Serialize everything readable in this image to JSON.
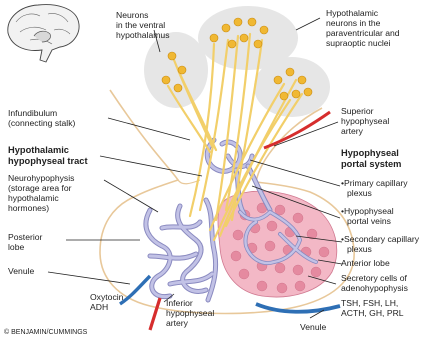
{
  "labels": {
    "ventral_neurons": [
      "Neurons",
      "in the ventral",
      "hypothalamus"
    ],
    "pvn_son_neurons": [
      "Hypothalamic",
      "neurons in the",
      "paraventricular and",
      "supraoptic nuclei"
    ],
    "infundibulum": [
      "Infundibulum",
      "(connecting stalk)"
    ],
    "tract": [
      "Hypothalamic",
      "hypophyseal tract"
    ],
    "neurohypophysis": [
      "Neurohypophysis",
      "(storage area for",
      "hypothalamic",
      "hormones)"
    ],
    "posterior_lobe": [
      "Posterior",
      "lobe"
    ],
    "venule_left": "Venule",
    "oxytocin": [
      "Oxytocin",
      "ADH"
    ],
    "inferior_artery": [
      "Inferior",
      "hypophyseal",
      "artery"
    ],
    "superior_artery": [
      "Superior",
      "hypophyseal",
      "artery"
    ],
    "portal_system": [
      "Hypophyseal",
      "portal system"
    ],
    "primary_plexus": [
      "•Primary capillary",
      "plexus"
    ],
    "portal_veins": [
      "•Hypophyseal",
      "portal veins"
    ],
    "secondary_plexus": [
      "•Secondary capillary",
      "plexus"
    ],
    "anterior_lobe": "Anterior lobe",
    "secretory_cells": [
      "Secretory cells of",
      "adenohypophysis"
    ],
    "hormones": [
      "TSH, FSH, LH,",
      "ACTH, GH, PRL"
    ],
    "venule_right": "Venule",
    "copyright": "© BENJAMIN/CUMMINGS"
  },
  "colors": {
    "nucleus_fill": "#e6e6e6",
    "axon": "#f2cf6a",
    "neuron": "#f0b833",
    "capillary": "#c2c2e6",
    "capillary_edge": "#8a8ac0",
    "anterior_lobe": "#f3b8c6",
    "anterior_cells": "#e58aa0",
    "stalk_outline": "#e8c89a",
    "artery": "#d62d2d",
    "vein": "#2e6fb5"
  },
  "icons": {
    "brain": "brain-icon"
  }
}
